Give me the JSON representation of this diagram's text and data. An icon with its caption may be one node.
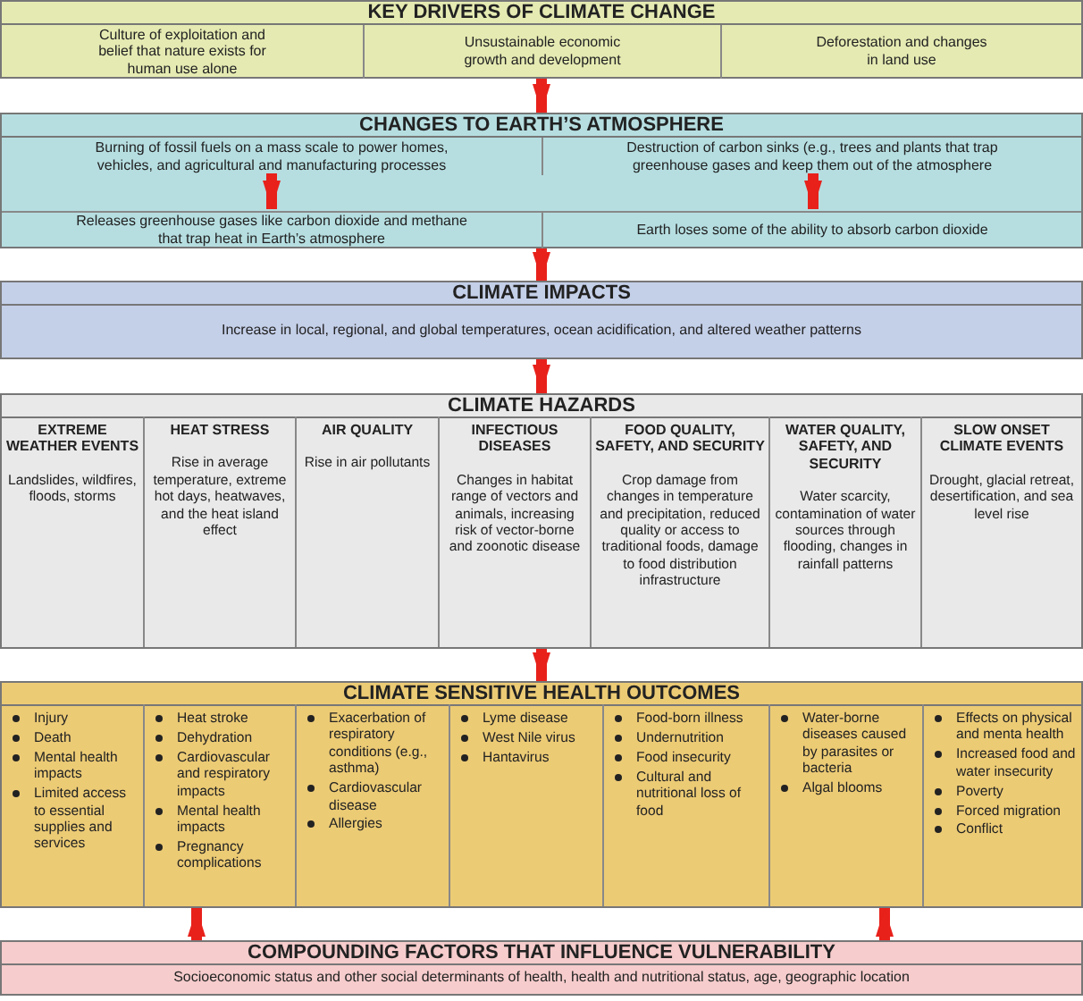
{
  "diagram": {
    "nodes": [
      {
        "text": [
          "KEY DRIVERS OF CLIMATE CHANGE"
        ]
      },
      {
        "text": [
          "Culture of exploitation and belief that nature exists for human use alone"
        ],
        "in": 0
      },
      {
        "text": [
          "Unsustainable economic growth and development"
        ],
        "in": 0
      },
      {
        "text": [
          "Deforestation and changes in land use"
        ],
        "in": 0
      },
      {
        "text": [
          "CHANGES TO EARTH’S ATMOSPHERE"
        ]
      },
      {
        "text": [
          "Burning of fossil fuels on a mass scale to power homes, vehicles, and agricultural and manufacturing processes"
        ],
        "in": 4
      },
      {
        "text": [
          "Destruction of carbon sinks (e.g., trees and plants that trap greenhouse gases and keep them out of the atmosphere"
        ],
        "in": 4
      },
      {
        "text": [
          "Releases greenhouse gases like carbon dioxide and methane that trap heat in Earth’s atmosphere"
        ],
        "in": 4
      },
      {
        "text": [
          "Earth loses some of the ability to absorb carbon dioxide"
        ],
        "in": 4
      },
      {
        "text": [
          "CLIMATE IMPACTS",
          "Increase in local, regional, and global temperatures, ocean acidification, and altered weather patterns"
        ]
      },
      {
        "text": [
          "CLIMATE HAZARDS"
        ]
      },
      {
        "text": [
          "EXTREME WEATHER EVENTS",
          "Landslides, wildfires, floods, storms"
        ],
        "in": 10
      },
      {
        "text": [
          "HEAT STRESS",
          "Rise in average temperature, extreme hot days, heatwaves, and the heat island effect"
        ],
        "in": 10
      },
      {
        "text": [
          "AIR QUALITY",
          "Rise in air pollutants"
        ],
        "in": 10
      },
      {
        "text": [
          "INFECTIOUS DISEASES",
          "Changes in habitat range of vectors and animals, increasing risk of vector-borne and zoonotic disease"
        ],
        "in": 10
      },
      {
        "text": [
          "FOOD QUALITY, SAFETY, AND SECURITY",
          "Crop damage from changes in temperature and precipitation, reduced quality or access to traditional foods, damage to food distribution infrastructure"
        ],
        "in": 10
      },
      {
        "text": [
          "WATER QUALITY, SAFETY, AND SECURITY",
          "Water scarcity, contamination of water sources through flooding, changes in rainfall patterns"
        ],
        "in": 10
      },
      {
        "text": [
          "SLOW ONSET CLIMATE EVENTS",
          "Drought, glacial retreat, desertification, and sea level rise"
        ],
        "in": 10
      },
      {
        "text": [
          "CLIMATE SENSITIVE HEALTH OUTCOMES"
        ]
      },
      {
        "text": [
          "Injury",
          "Death",
          "Mental health impacts",
          "Limited access to essential supplies and services"
        ],
        "in": 18
      },
      {
        "text": [
          "Heat stroke",
          "Dehydration",
          "Cardiovascular and respiratory impacts",
          "Mental health impacts",
          "Pregnancy complications"
        ],
        "in": 18
      },
      {
        "text": [
          "Exacerbation of respiratory conditions (e.g., asthma)",
          "Cardiovascular disease",
          "Allergies"
        ],
        "in": 18
      },
      {
        "text": [
          "Lyme disease",
          "West Nile virus",
          "Hantavirus"
        ],
        "in": 18
      },
      {
        "text": [
          "Food-born illness",
          "Undernutrition",
          "Food insecurity",
          "Cultural and nutritional loss of food"
        ],
        "in": 18
      },
      {
        "text": [
          "Water-borne diseases caused by parasites or bacteria",
          "Algal blooms"
        ],
        "in": 18
      },
      {
        "text": [
          "Effects on physical and menta health",
          "Increased food and water insecurity",
          "Poverty",
          "Forced migration",
          "Conflict"
        ],
        "in": 18
      },
      {
        "text": [
          "COMPOUNDING FACTORS THAT INFLUENCE VULNERABILITY",
          "Socioeconomic status and other social determinants of health, health and nutritional status, age, geographic location"
        ]
      }
    ],
    "edges": [
      {
        "from": 0,
        "to": 4,
        "arrow": "to"
      },
      {
        "from": 5,
        "to": 7,
        "arrow": "to"
      },
      {
        "from": 6,
        "to": 8,
        "arrow": "to"
      },
      {
        "from": 4,
        "to": 9,
        "arrow": "to"
      },
      {
        "from": 9,
        "to": 10,
        "arrow": "to"
      },
      {
        "from": 10,
        "to": 18,
        "arrow": "to"
      },
      {
        "from": 26,
        "to": 18,
        "arrow": "to"
      },
      {
        "from": 26,
        "to": 18,
        "arrow": "to"
      }
    ]
  }
}
